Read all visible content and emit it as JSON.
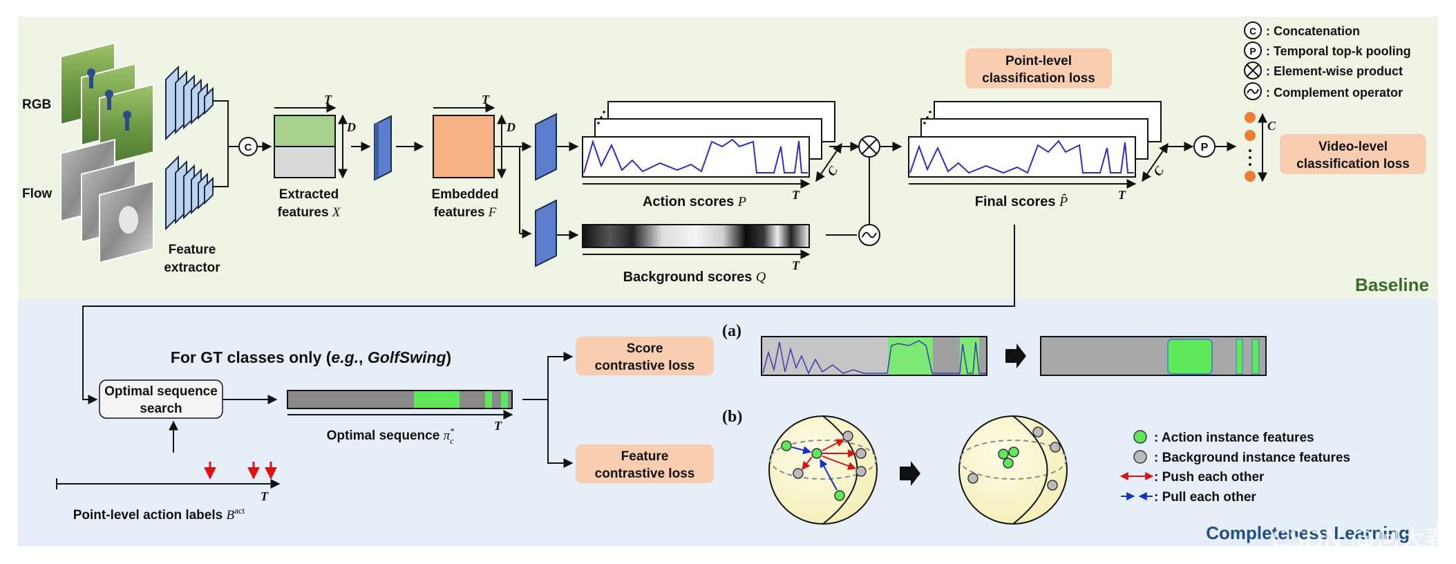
{
  "sections": {
    "baseline": "Baseline",
    "completeness": "Completeness Learning"
  },
  "inputs": {
    "rgb": "RGB",
    "flow": "Flow"
  },
  "extractor": {
    "line1": "Feature",
    "line2": "extractor"
  },
  "extracted": {
    "line1": "Extracted",
    "line2": "features",
    "symbol": "X"
  },
  "embedded": {
    "line1": "Embedded",
    "line2": "features",
    "symbol": "F"
  },
  "axis": {
    "T": "T",
    "D": "D",
    "C": "C"
  },
  "action_scores": {
    "label": "Action scores",
    "symbol": "P"
  },
  "background_scores": {
    "label": "Background scores",
    "symbol": "Q"
  },
  "final_scores": {
    "label": "Final scores",
    "symbol": "P̂"
  },
  "losses": {
    "point_level": [
      "Point-level",
      "classification loss"
    ],
    "video_level": [
      "Video-level",
      "classification loss"
    ],
    "score_contrastive": [
      "Score",
      "contrastive loss"
    ],
    "feature_contrastive": [
      "Feature",
      "contrastive loss"
    ]
  },
  "legend_ops": [
    {
      "symbol": "C",
      "text": ": Concatenation"
    },
    {
      "symbol": "P",
      "text": ": Temporal top-k pooling"
    },
    {
      "symbol": "⊗",
      "text": ": Element-wise product"
    },
    {
      "symbol": "~",
      "text": ": Complement operator"
    }
  ],
  "ops": {
    "concat": "C",
    "pool": "P"
  },
  "gt_title": {
    "prefix": "For GT classes only (",
    "eg": "e.g.",
    "sep": ", ",
    "cls": "GolfSwing",
    "suffix": ")"
  },
  "optimal_search": [
    "Optimal sequence",
    "search"
  ],
  "optimal_sequence": {
    "label": "Optimal sequence",
    "symbol": "π",
    "sub": "c",
    "sup": "*"
  },
  "point_labels": {
    "label": "Point-level action labels",
    "symbol": "B",
    "sup": "act"
  },
  "panels": {
    "a": "(a)",
    "b": "(b)"
  },
  "legend_features": [
    {
      "text": ": Action instance features"
    },
    {
      "text": ": Background instance features"
    },
    {
      "text": ": Push each other"
    },
    {
      "text": ": Pull each other"
    }
  ],
  "watermark": "CSDN @何大春",
  "colors": {
    "baseline_bg": "#eef5e4",
    "completeness_bg": "#e6eff7",
    "loss_box": "#f8cdb0",
    "green": "#5fe85a",
    "gray_bar": "#8a8a8a",
    "conv_blue": "#5b7fcc",
    "baseline_title": "#3a6a2a",
    "completeness_title": "#1f4e8a"
  }
}
